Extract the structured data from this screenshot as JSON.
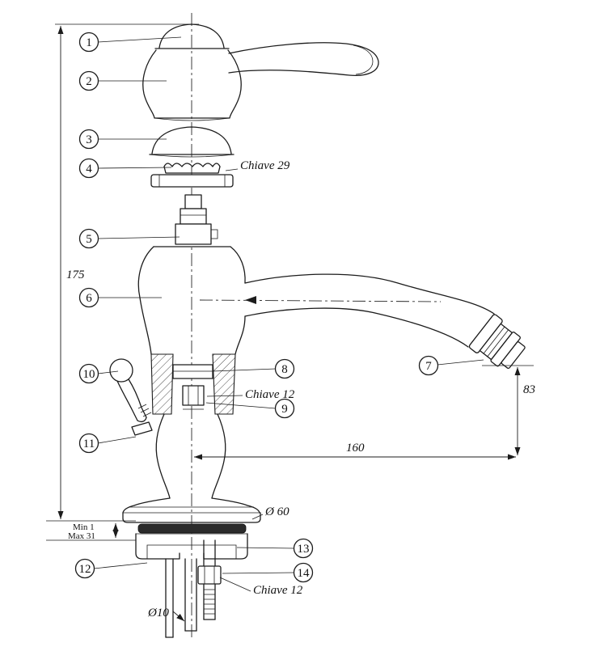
{
  "figure": {
    "type": "exploded technical drawing",
    "subject": "single-hole basin tap with numbered parts and installation dimensions"
  },
  "callouts": [
    {
      "label": "1"
    },
    {
      "label": "2"
    },
    {
      "label": "3"
    },
    {
      "label": "4"
    },
    {
      "label": "5"
    },
    {
      "label": "6"
    },
    {
      "label": "7"
    },
    {
      "label": "8"
    },
    {
      "label": "9"
    },
    {
      "label": "10"
    },
    {
      "label": "11"
    },
    {
      "label": "12"
    },
    {
      "label": "13"
    },
    {
      "label": "14"
    }
  ],
  "labels": {
    "wrench_top": "Chiave 29",
    "wrench_mid": "Chiave 12",
    "wrench_bottom": "Chiave 12"
  },
  "dimensions": {
    "total_height": "175",
    "outlet_height": "83",
    "spout_reach": "160",
    "base_diameter": "Ø 60",
    "pipe_diameter": "Ø10",
    "deck_min": "Min 1",
    "deck_max": "Max 31"
  },
  "colors": {
    "line": "#1c1c1c",
    "highlight_badge": "#e5953b",
    "gasket_fill": "#2b2b2b",
    "background": "#ffffff"
  }
}
